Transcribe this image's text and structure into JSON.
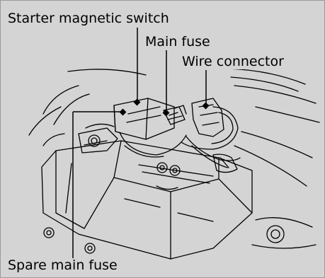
{
  "labels": {
    "starter_magnetic_switch": "Starter magnetic switch",
    "main_fuse": "Main fuse",
    "wire_connector": "Wire connector",
    "spare_main_fuse": "Spare main fuse"
  },
  "colors": {
    "background": "#d4d4d4",
    "line": "#000000",
    "leader": "#000000"
  }
}
